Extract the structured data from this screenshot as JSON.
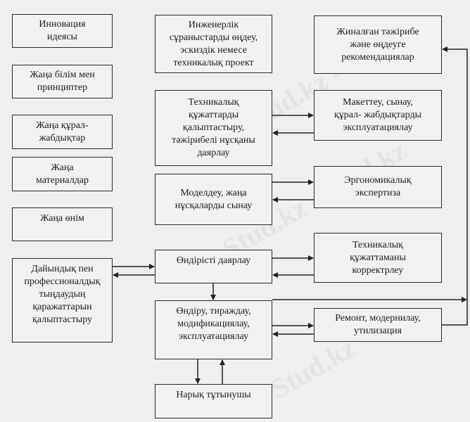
{
  "left": [
    {
      "id": "innovation-idea",
      "text": "Инновация\nидеясы"
    },
    {
      "id": "new-knowledge",
      "text": "Жаңа білім мен\nпринциптер"
    },
    {
      "id": "new-equipment",
      "text": "Жаңа құрал-\nжабдықтар"
    },
    {
      "id": "new-materials",
      "text": "Жаңа\nматериалдар"
    },
    {
      "id": "new-product",
      "text": "Жаңа өнім"
    },
    {
      "id": "training",
      "text": "Дайындық пен\nпрофессионалдық\nтыңдаудың\nқаражаттарын\nқалыптастыру"
    }
  ],
  "middle": [
    {
      "id": "engineering",
      "text": "Инженерлік\nсұраныстарды өңдеу,\nэскиздік немесе\nтехникалық проект"
    },
    {
      "id": "tech-docs",
      "text": "Техникалық\nқұжаттарды\nқалыптастыру,\nтәжірибелі нұсқаны\nдаярлау"
    },
    {
      "id": "modeling",
      "text": "Моделдеу, жаңа\nнұсқаларды сынау"
    },
    {
      "id": "production-prep",
      "text": "Өндірісті даярлау"
    },
    {
      "id": "production",
      "text": "Өндіру, тираждау,\nмодификациялау,\nэксплуатациялау"
    },
    {
      "id": "market",
      "text": "Нарық тұтынушы"
    }
  ],
  "right": [
    {
      "id": "experience",
      "text": "Жиналған тәжірибе\nжәне өңдеуге\nрекомендациялар"
    },
    {
      "id": "prototyping",
      "text": "Макеттеу, сынау,\nқұрал- жабдықтарды\nэксплуатациялау"
    },
    {
      "id": "ergonomics",
      "text": "Эргономикалық\nэкспертиза"
    },
    {
      "id": "doc-correction",
      "text": "Техникалық\nқұжаттаманы\nкорректрлеу"
    },
    {
      "id": "repair",
      "text": "Ремонт, модернилау,\nутилизация"
    }
  ],
  "watermark": "Stud.kz"
}
